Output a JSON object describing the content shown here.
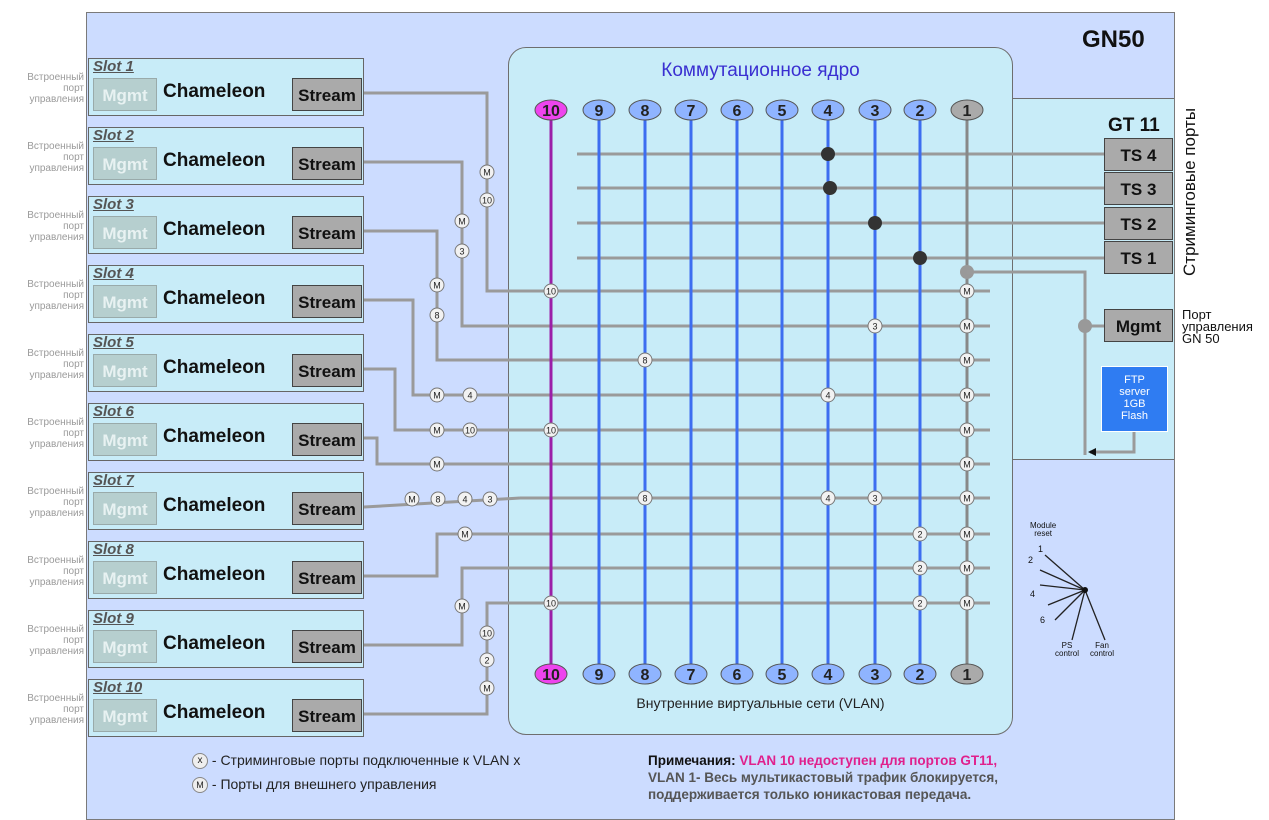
{
  "title": "GN50",
  "core_title": "Коммутационное ядро",
  "core_footer": "Внутренние виртуальные сети (VLAN)",
  "side_label_lines": [
    "Встроенный",
    "порт",
    "управления"
  ],
  "slots": [
    {
      "label": "Slot 1",
      "mgmt": "Mgmt",
      "name": "Chameleon",
      "stream": "Stream"
    },
    {
      "label": "Slot 2",
      "mgmt": "Mgmt",
      "name": "Chameleon",
      "stream": "Stream"
    },
    {
      "label": "Slot 3",
      "mgmt": "Mgmt",
      "name": "Chameleon",
      "stream": "Stream"
    },
    {
      "label": "Slot 4",
      "mgmt": "Mgmt",
      "name": "Chameleon",
      "stream": "Stream"
    },
    {
      "label": "Slot 5",
      "mgmt": "Mgmt",
      "name": "Chameleon",
      "stream": "Stream"
    },
    {
      "label": "Slot 6",
      "mgmt": "Mgmt",
      "name": "Chameleon",
      "stream": "Stream"
    },
    {
      "label": "Slot 7",
      "mgmt": "Mgmt",
      "name": "Chameleon",
      "stream": "Stream"
    },
    {
      "label": "Slot 8",
      "mgmt": "Mgmt",
      "name": "Chameleon",
      "stream": "Stream"
    },
    {
      "label": "Slot 9",
      "mgmt": "Mgmt",
      "name": "Chameleon",
      "stream": "Stream"
    },
    {
      "label": "Slot 10",
      "mgmt": "Mgmt",
      "name": "Chameleon",
      "stream": "Stream"
    }
  ],
  "vlans": [
    "10",
    "9",
    "8",
    "7",
    "6",
    "5",
    "4",
    "3",
    "2",
    "1"
  ],
  "gt": {
    "title": "GT 11",
    "ts": [
      "TS 4",
      "TS 3",
      "TS 2",
      "TS 1"
    ],
    "side_label": "Стриминговые порты"
  },
  "mgmt_port": {
    "label": "Mgmt",
    "caption_lines": [
      "Порт",
      "управления",
      "GN 50"
    ]
  },
  "ftp_lines": [
    "FTP",
    "server",
    "1GB",
    "Flash"
  ],
  "legend": {
    "x_symbol": "x",
    "x_text": "- Стриминговые порты подключенные к  VLAN x",
    "m_symbol": "M",
    "m_text": "- Порты для внешнего управления"
  },
  "notes": {
    "lead": "Примечания: ",
    "highlight": "VLAN 10 недоступен для портов GT11,",
    "line2": "VLAN 1- Весь мультикастовый трафик блокируется,",
    "line3": "поддерживается только юникастовая передача."
  },
  "badges": {
    "m": "M",
    "v10": "10",
    "v8": "8",
    "v4": "4",
    "v3": "3",
    "v2": "2"
  },
  "control_diagram": {
    "module_reset": [
      "Module",
      "reset"
    ],
    "numbers": [
      "1",
      "2",
      "4",
      "6"
    ],
    "ps": [
      "PS",
      "control"
    ],
    "fan": [
      "Fan",
      "control"
    ]
  },
  "colors": {
    "vlan10": "#9b1fa8",
    "vlan_line": "#3d6df0",
    "vlan1": "#888888",
    "wire": "#9a9a9a",
    "vlan10_oval": "#ee44ee",
    "vlan_oval": "#8fb4ff",
    "vlan1_oval": "#aaaaaa"
  }
}
